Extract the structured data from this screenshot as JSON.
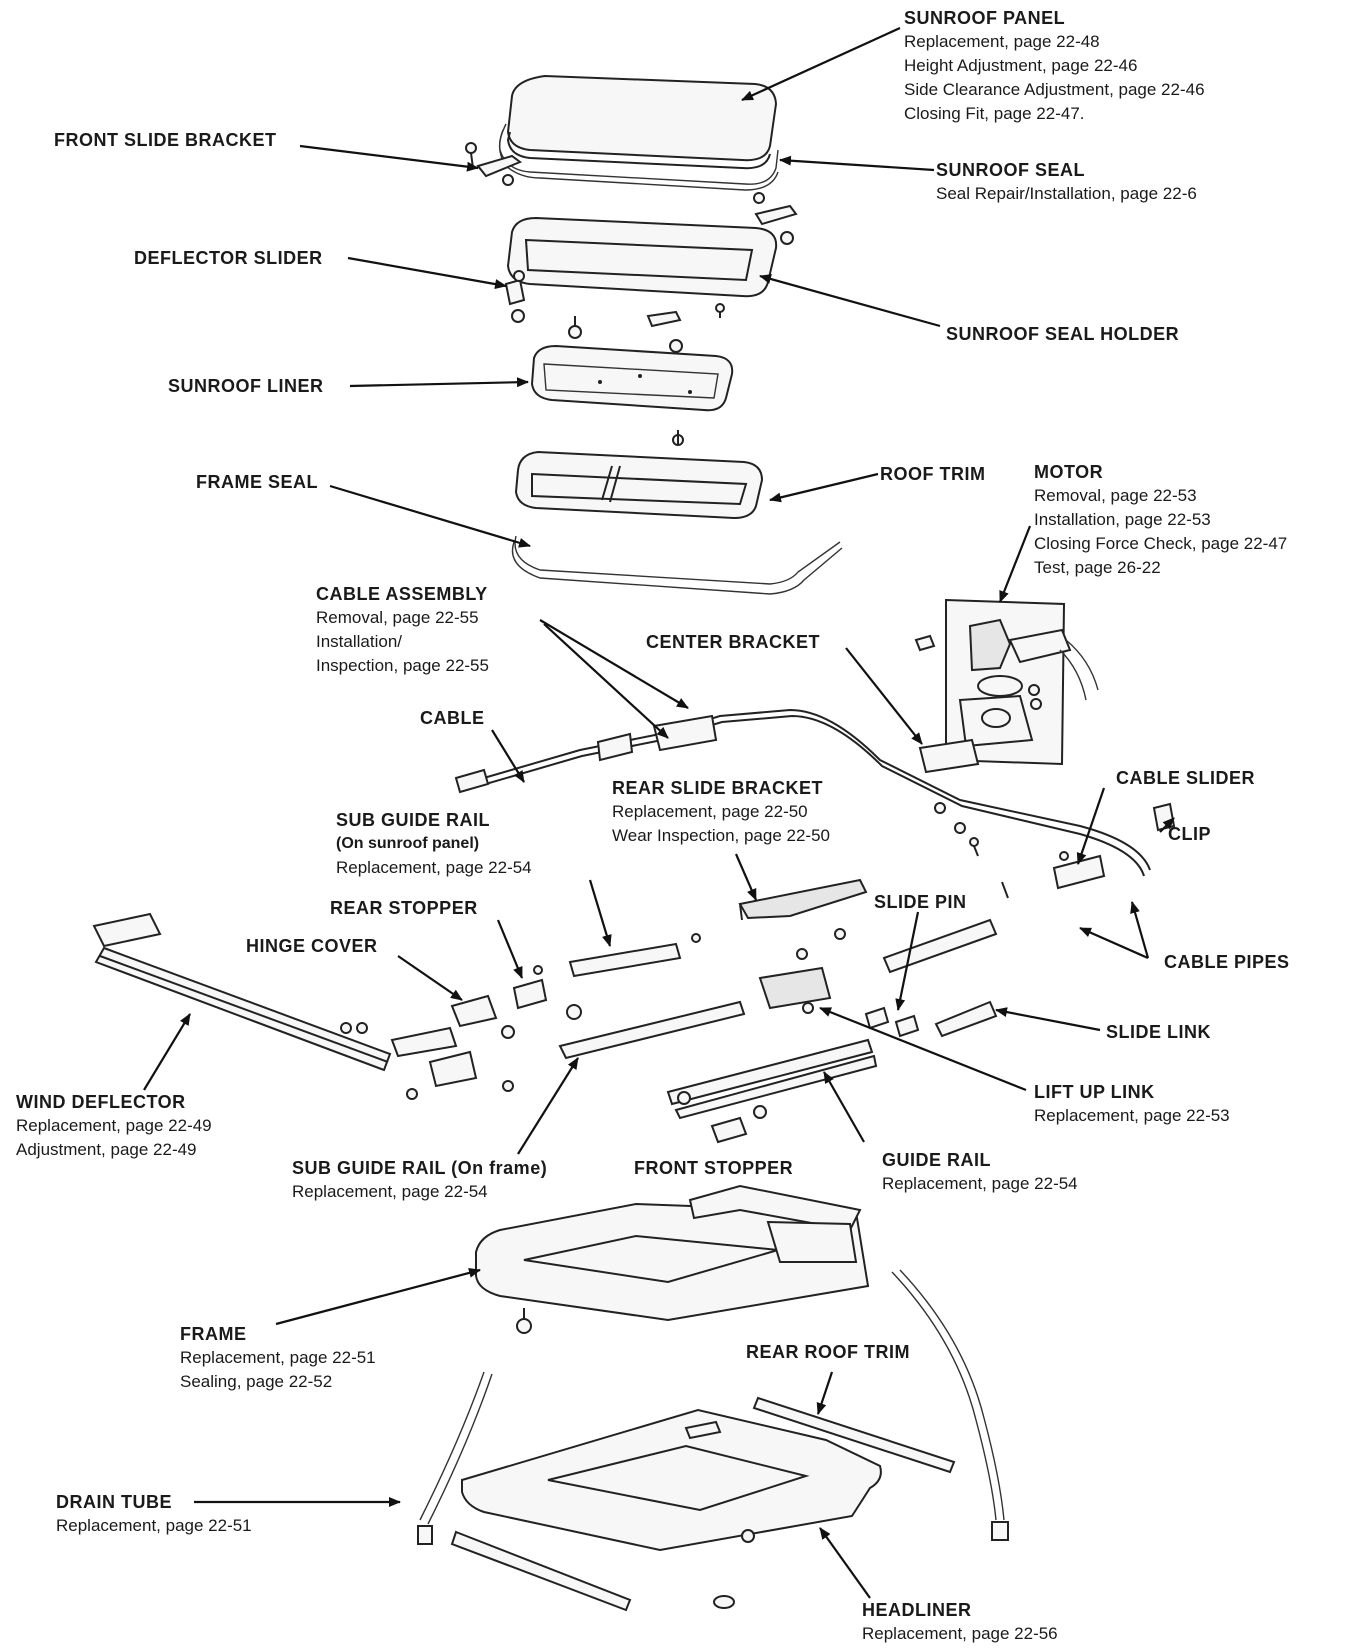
{
  "callouts": {
    "sunroof_panel": {
      "title": "SUNROOF PANEL",
      "refs": [
        "Replacement, page 22-48",
        "Height Adjustment, page 22-46",
        "Side Clearance Adjustment, page 22-46",
        "Closing Fit, page 22-47."
      ]
    },
    "front_slide_bracket": {
      "title": "FRONT SLIDE BRACKET"
    },
    "sunroof_seal": {
      "title": "SUNROOF SEAL",
      "refs": [
        "Seal Repair/Installation, page 22-6"
      ]
    },
    "deflector_slider": {
      "title": "DEFLECTOR SLIDER"
    },
    "sunroof_seal_holder": {
      "title": "SUNROOF SEAL HOLDER"
    },
    "sunroof_liner": {
      "title": "SUNROOF LINER"
    },
    "frame_seal": {
      "title": "FRAME SEAL"
    },
    "roof_trim": {
      "title": "ROOF TRIM"
    },
    "motor": {
      "title": "MOTOR",
      "refs": [
        "Removal, page 22-53",
        "Installation, page 22-53",
        "Closing Force Check, page 22-47",
        "Test, page 26-22"
      ]
    },
    "cable_assembly": {
      "title": "CABLE ASSEMBLY",
      "refs": [
        "Removal, page 22-55",
        "Installation/",
        "Inspection, page 22-55"
      ]
    },
    "center_bracket": {
      "title": "CENTER BRACKET"
    },
    "cable": {
      "title": "CABLE"
    },
    "rear_slide_bracket": {
      "title": "REAR SLIDE BRACKET",
      "refs": [
        "Replacement, page 22-50",
        "Wear Inspection, page 22-50"
      ]
    },
    "cable_slider": {
      "title": "CABLE SLIDER"
    },
    "clip": {
      "title": "CLIP"
    },
    "sub_guide_rail_panel": {
      "title": "SUB GUIDE RAIL",
      "subtitle": "(On sunroof panel)",
      "refs": [
        "Replacement, page 22-54"
      ]
    },
    "rear_stopper": {
      "title": "REAR STOPPER"
    },
    "slide_pin": {
      "title": "SLIDE PIN"
    },
    "hinge_cover": {
      "title": "HINGE COVER"
    },
    "cable_pipes": {
      "title": "CABLE PIPES"
    },
    "slide_link": {
      "title": "SLIDE LINK"
    },
    "wind_deflector": {
      "title": "WIND DEFLECTOR",
      "refs": [
        "Replacement, page 22-49",
        "Adjustment, page 22-49"
      ]
    },
    "lift_up_link": {
      "title": "LIFT UP LINK",
      "refs": [
        "Replacement,  page 22-53"
      ]
    },
    "sub_guide_rail_frame": {
      "title": "SUB GUIDE RAIL (On frame)",
      "refs": [
        "Replacement, page 22-54"
      ]
    },
    "front_stopper": {
      "title": "FRONT STOPPER"
    },
    "guide_rail": {
      "title": "GUIDE RAIL",
      "refs": [
        "Replacement, page 22-54"
      ]
    },
    "frame": {
      "title": "FRAME",
      "refs": [
        "Replacement, page 22-51",
        "Sealing, page 22-52"
      ]
    },
    "rear_roof_trim": {
      "title": "REAR ROOF TRIM"
    },
    "drain_tube": {
      "title": "DRAIN TUBE",
      "refs": [
        "Replacement, page 22-51"
      ]
    },
    "headliner": {
      "title": "HEADLINER",
      "refs": [
        "Replacement, page 22-56"
      ]
    }
  }
}
